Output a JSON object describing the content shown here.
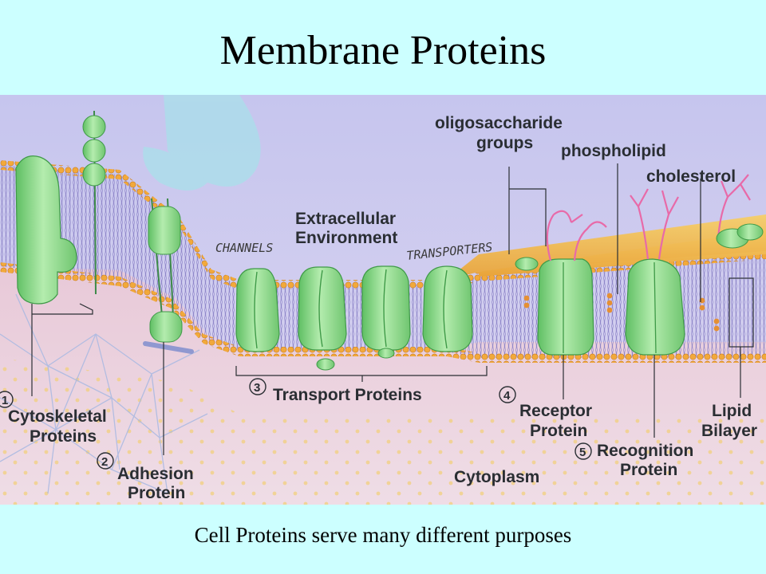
{
  "slide": {
    "title": "Membrane Proteins",
    "caption": "Cell Proteins serve many different purposes"
  },
  "figure": {
    "labels": {
      "oligosaccharide_line1": "oligosaccharide",
      "oligosaccharide_line2": "groups",
      "phospholipid": "phospholipid",
      "cholesterol": "cholesterol",
      "extracellular_line1": "Extracellular",
      "extracellular_line2": "Environment",
      "channels": "CHANNELS",
      "transporters": "TRANSPORTERS",
      "transport_proteins": "Transport Proteins",
      "cytoskeletal_line1": "Cytoskeletal",
      "cytoskeletal_line2": "Proteins",
      "adhesion_line1": "Adhesion",
      "adhesion_line2": "Protein",
      "receptor_line1": "Receptor",
      "receptor_line2": "Protein",
      "recognition_line1": "Recognition",
      "recognition_line2": "Protein",
      "lipid_line1": "Lipid",
      "lipid_line2": "Bilayer",
      "cytoplasm": "Cytoplasm"
    },
    "markers": {
      "m1": "1",
      "m2": "2",
      "m3": "3",
      "m4": "4",
      "m5": "5"
    },
    "colors": {
      "protein_green": "#8fd987",
      "lipid_head_orange": "#f2a93b",
      "oligosaccharide_pink": "#e86aa8",
      "extracellular_lavender": "#c9c8ec",
      "cytoplasm_pink": "#ecd4e0"
    }
  }
}
